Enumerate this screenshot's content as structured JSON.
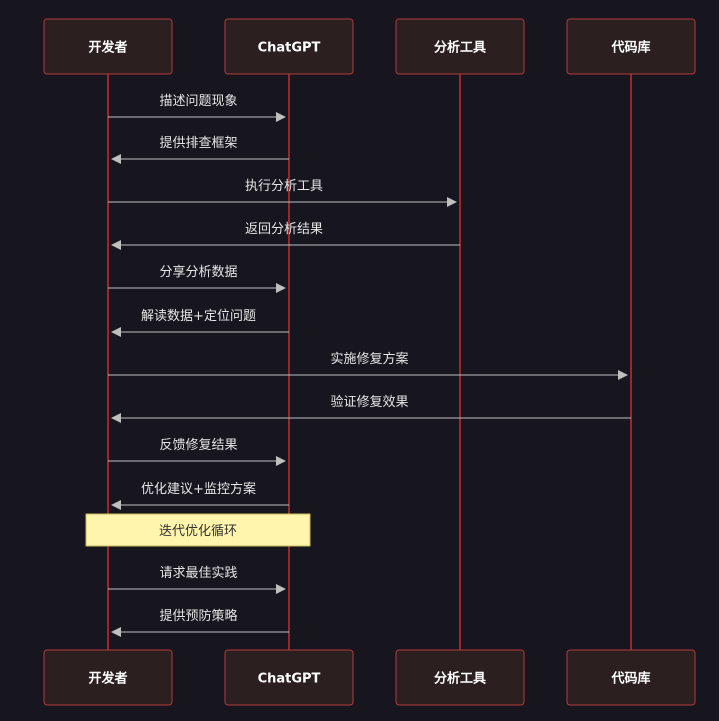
{
  "participants": [
    {
      "id": "dev",
      "label": "开发者"
    },
    {
      "id": "gpt",
      "label": "ChatGPT"
    },
    {
      "id": "tool",
      "label": "分析工具"
    },
    {
      "id": "repo",
      "label": "代码库"
    }
  ],
  "messages": [
    {
      "from": "dev",
      "to": "gpt",
      "label": "描述问题现象"
    },
    {
      "from": "gpt",
      "to": "dev",
      "label": "提供排查框架"
    },
    {
      "from": "dev",
      "to": "tool",
      "label": "执行分析工具"
    },
    {
      "from": "tool",
      "to": "dev",
      "label": "返回分析结果"
    },
    {
      "from": "dev",
      "to": "gpt",
      "label": "分享分析数据"
    },
    {
      "from": "gpt",
      "to": "dev",
      "label": "解读数据+定位问题"
    },
    {
      "from": "dev",
      "to": "repo",
      "label": "实施修复方案"
    },
    {
      "from": "repo",
      "to": "dev",
      "label": "验证修复效果"
    },
    {
      "from": "dev",
      "to": "gpt",
      "label": "反馈修复结果"
    },
    {
      "from": "gpt",
      "to": "dev",
      "label": "优化建议+监控方案"
    },
    {
      "from": "dev",
      "to": "gpt",
      "label": "请求最佳实践"
    },
    {
      "from": "gpt",
      "to": "dev",
      "label": "提供预防策略"
    }
  ],
  "note": {
    "label": "迭代优化循环",
    "over": [
      "dev",
      "gpt"
    ],
    "after_message": 9
  },
  "colors": {
    "background": "#17151e",
    "box_fill": "#2b1f1f",
    "box_stroke": "#b33b3b",
    "lifeline": "#c03030",
    "arrow": "#bfbfbf",
    "note_fill": "#fff5ad",
    "note_stroke": "#c8b95a"
  }
}
